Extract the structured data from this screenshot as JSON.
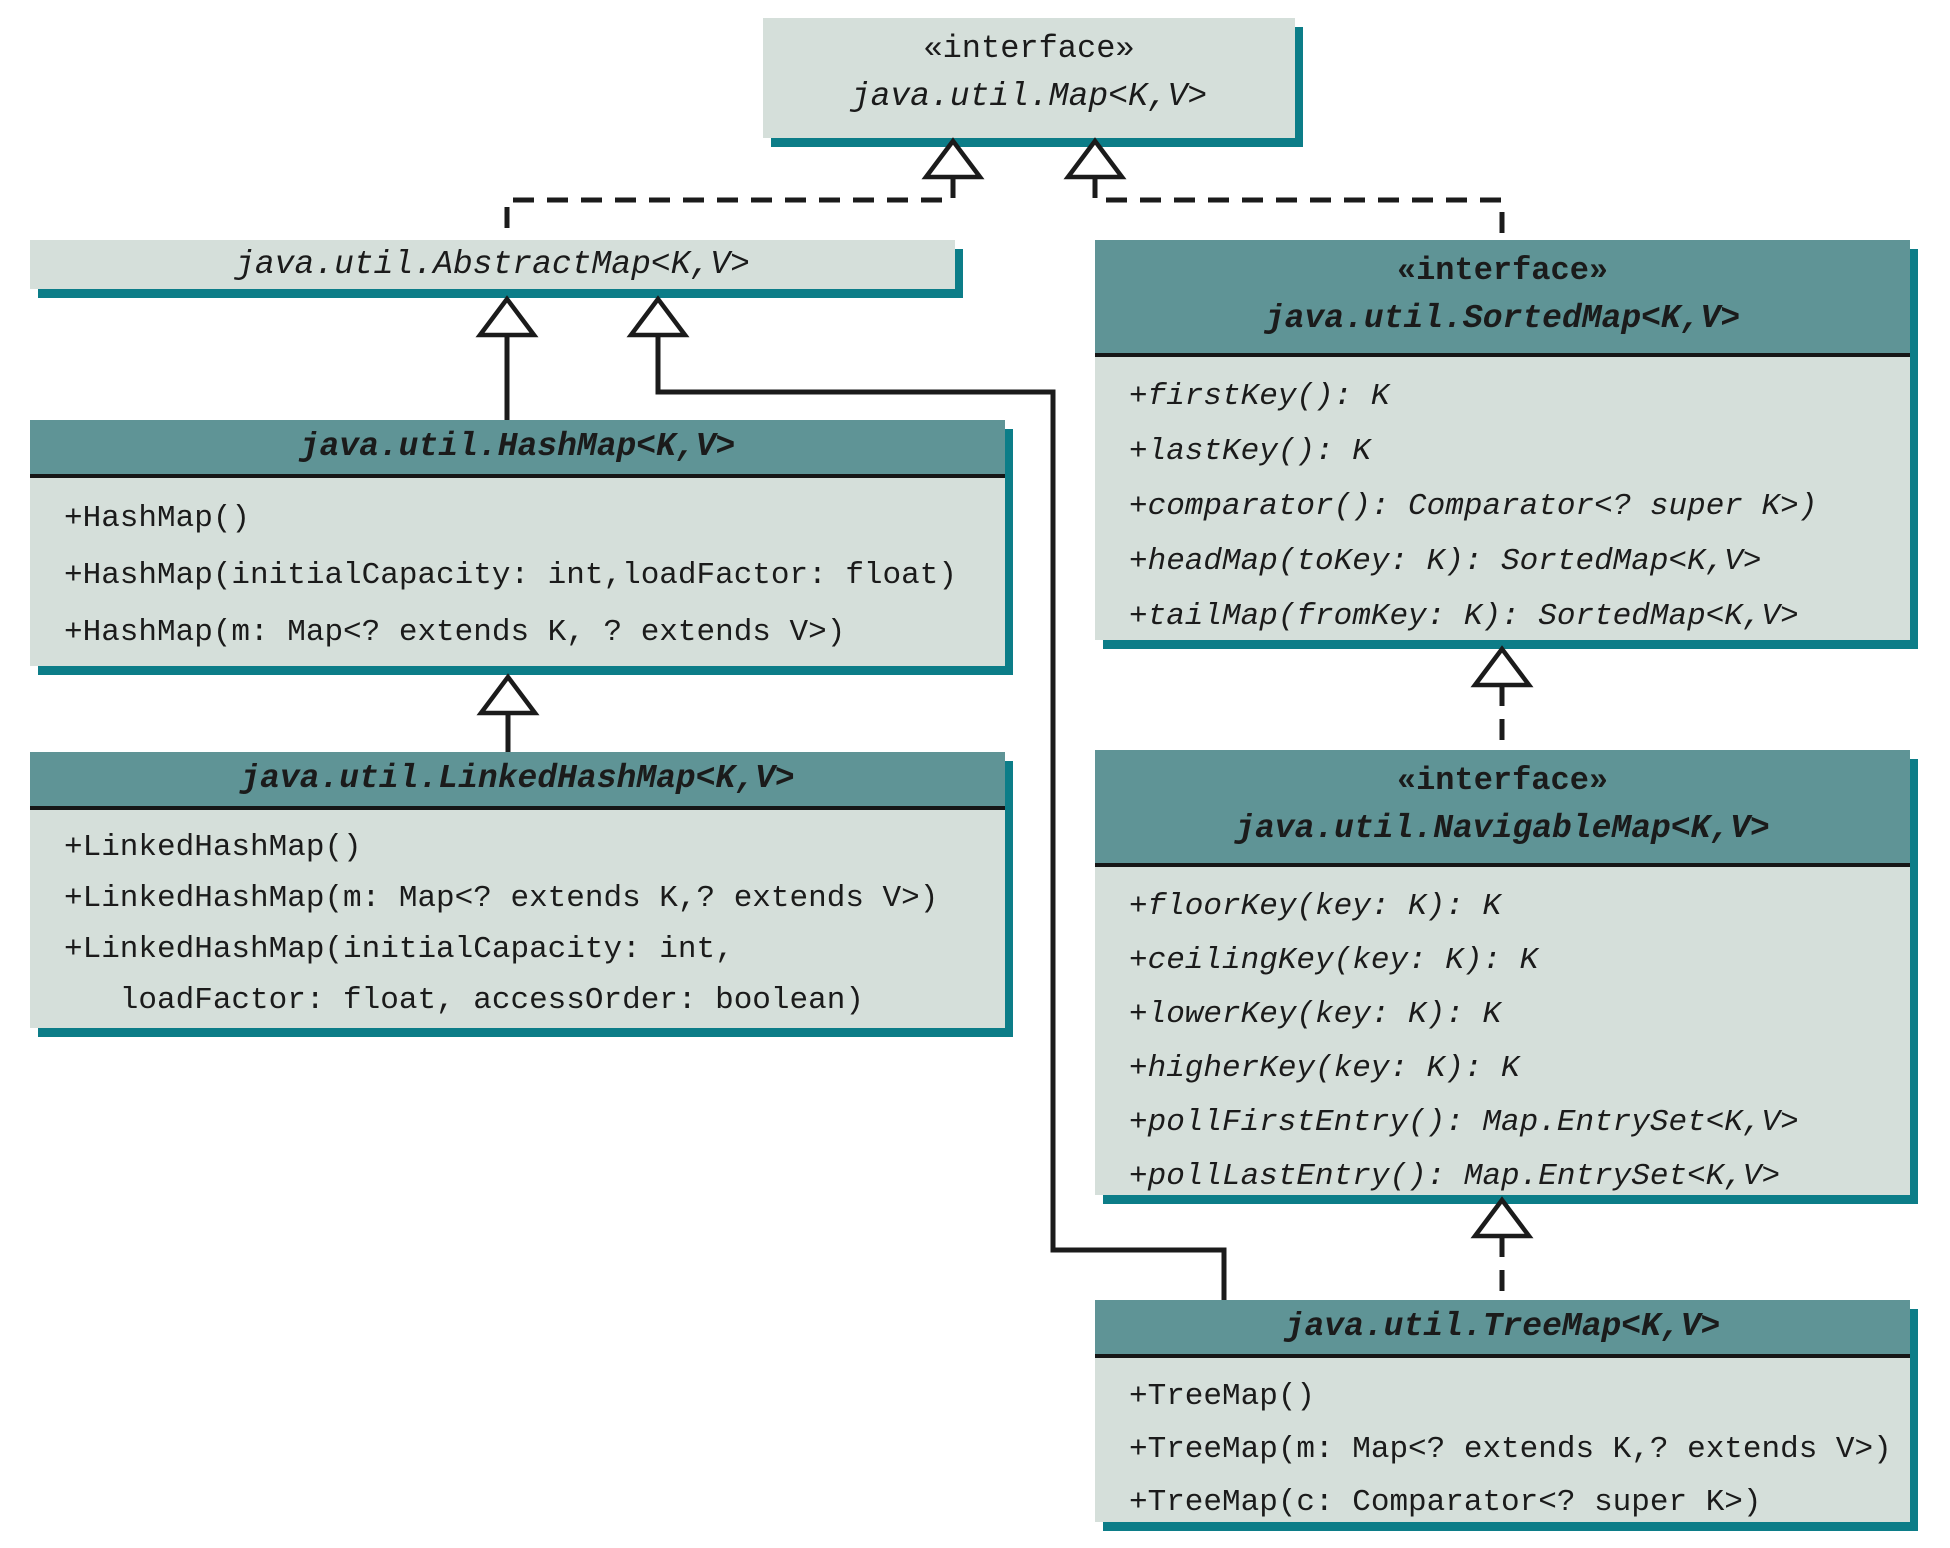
{
  "colors": {
    "box_fill": "#d5dfda",
    "header_fill": "#5f9496",
    "accent_teal": "#0c7d88",
    "line": "#1b1b1b"
  },
  "classes": {
    "map": {
      "stereotype": "«interface»",
      "name": "java.util.Map<K,V>"
    },
    "abstract_map": {
      "name": "java.util.AbstractMap<K,V>"
    },
    "sorted_map": {
      "stereotype": "«interface»",
      "name": "java.util.SortedMap<K,V>",
      "methods": [
        "+firstKey(): K",
        "+lastKey(): K",
        "+comparator(): Comparator<? super K>)",
        "+headMap(toKey: K): SortedMap<K,V>",
        "+tailMap(fromKey: K): SortedMap<K,V>"
      ]
    },
    "hash_map": {
      "name": "java.util.HashMap<K,V>",
      "methods": [
        "+HashMap()",
        "+HashMap(initialCapacity: int,loadFactor: float)",
        "+HashMap(m: Map<? extends K, ? extends V>)"
      ]
    },
    "linked_hash_map": {
      "name": "java.util.LinkedHashMap<K,V>",
      "methods": [
        "+LinkedHashMap()",
        "+LinkedHashMap(m: Map<? extends K,? extends V>)",
        "+LinkedHashMap(initialCapacity: int,",
        "   loadFactor: float, accessOrder: boolean)"
      ]
    },
    "navigable_map": {
      "stereotype": "«interface»",
      "name": "java.util.NavigableMap<K,V>",
      "methods": [
        "+floorKey(key: K): K",
        "+ceilingKey(key: K): K",
        "+lowerKey(key: K): K",
        "+higherKey(key: K): K",
        "+pollFirstEntry(): Map.EntrySet<K,V>",
        "+pollLastEntry(): Map.EntrySet<K,V>"
      ]
    },
    "tree_map": {
      "name": "java.util.TreeMap<K,V>",
      "methods": [
        "+TreeMap()",
        "+TreeMap(m: Map<? extends K,? extends V>)",
        "+TreeMap(c: Comparator<? super K>)"
      ]
    }
  },
  "relations": [
    {
      "from": "java.util.AbstractMap<K,V>",
      "to": "java.util.Map<K,V>",
      "type": "dashed-generalization"
    },
    {
      "from": "java.util.SortedMap<K,V>",
      "to": "java.util.Map<K,V>",
      "type": "dashed-generalization"
    },
    {
      "from": "java.util.HashMap<K,V>",
      "to": "java.util.AbstractMap<K,V>",
      "type": "solid-generalization"
    },
    {
      "from": "java.util.TreeMap<K,V>",
      "to": "java.util.AbstractMap<K,V>",
      "type": "solid-generalization"
    },
    {
      "from": "java.util.LinkedHashMap<K,V>",
      "to": "java.util.HashMap<K,V>",
      "type": "solid-generalization"
    },
    {
      "from": "java.util.NavigableMap<K,V>",
      "to": "java.util.SortedMap<K,V>",
      "type": "dashed-generalization"
    },
    {
      "from": "java.util.TreeMap<K,V>",
      "to": "java.util.NavigableMap<K,V>",
      "type": "dashed-generalization"
    }
  ]
}
